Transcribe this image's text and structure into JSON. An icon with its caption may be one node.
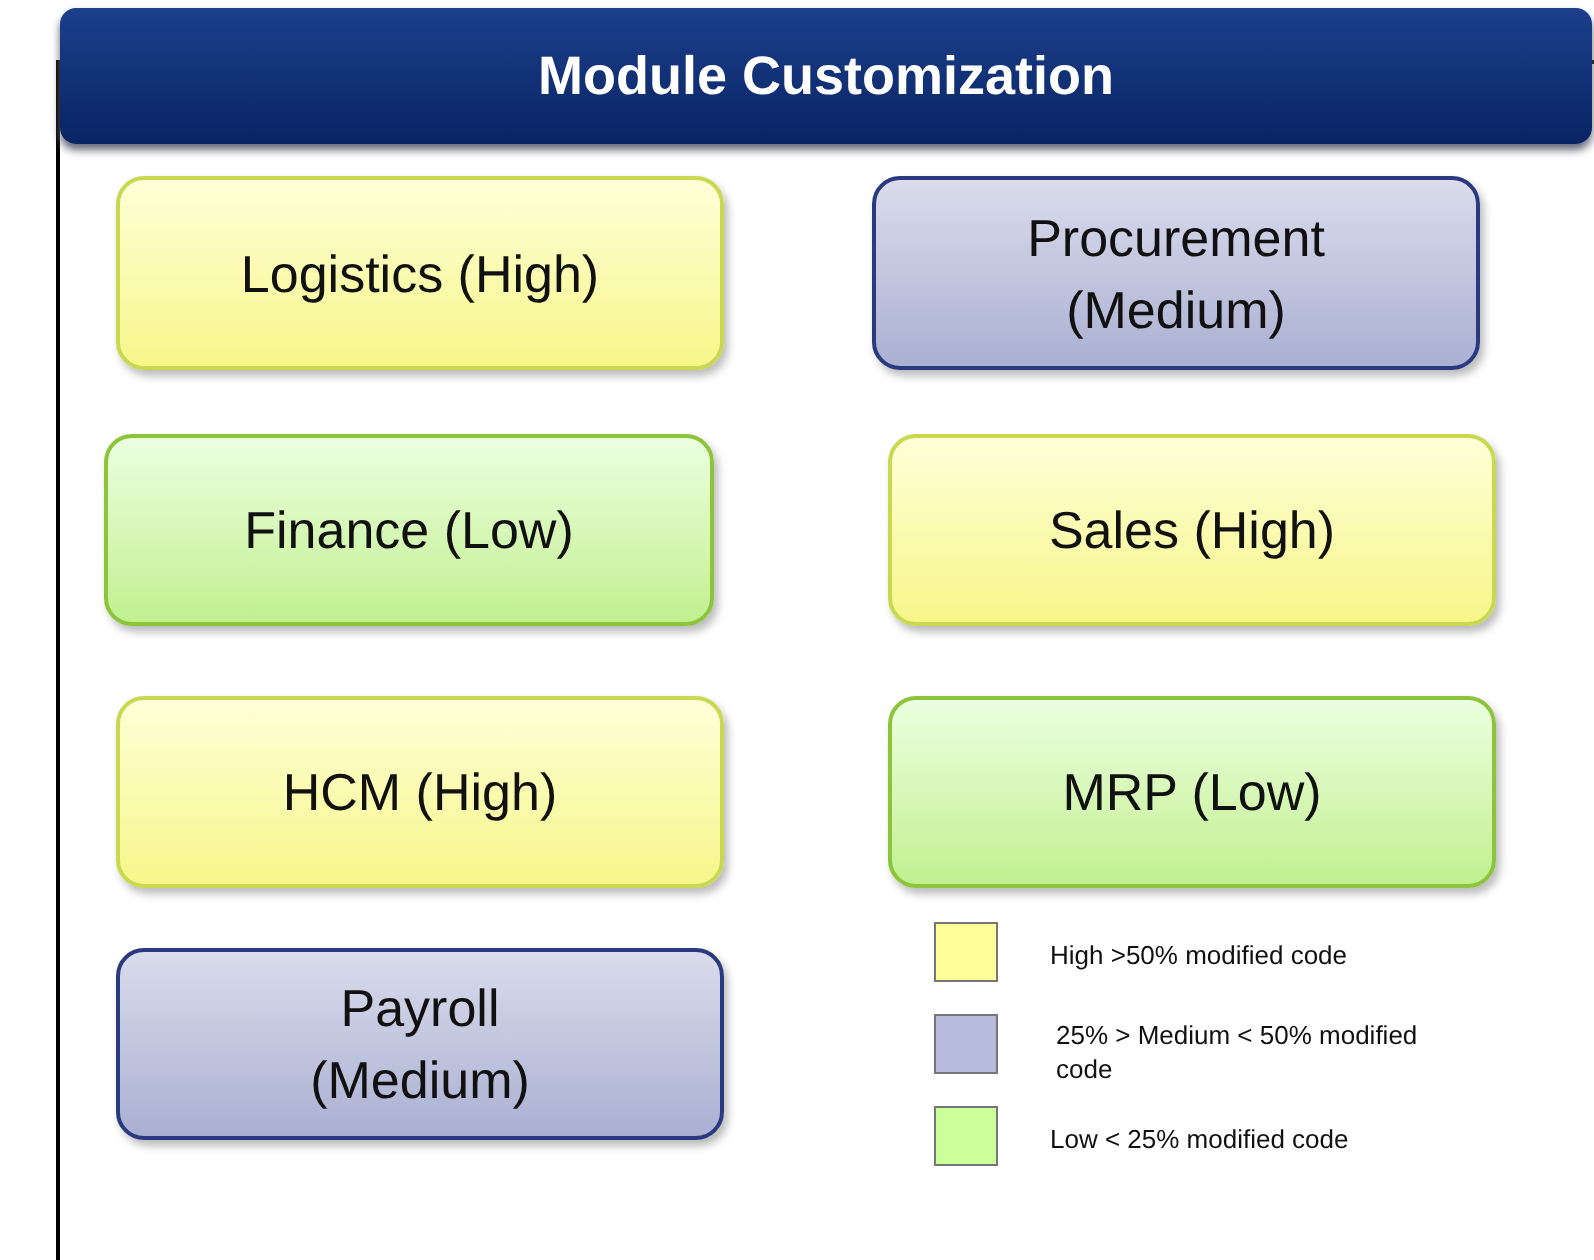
{
  "diagram": {
    "title": "Module Customization",
    "nodes": [
      {
        "text": [
          "Logistics (High)"
        ]
      },
      {
        "text": [
          "Procurement (Medium)"
        ]
      },
      {
        "text": [
          "Finance (Low)"
        ]
      },
      {
        "text": [
          "Sales (High)"
        ]
      },
      {
        "text": [
          "HCM (High)"
        ]
      },
      {
        "text": [
          "MRP (Low)"
        ]
      },
      {
        "text": [
          "Payroll (Medium)"
        ]
      }
    ],
    "legend": [
      {
        "text": "High >50% modified code",
        "color": "#ffff99"
      },
      {
        "text": "25% > Medium < 50% modified code",
        "color": "#b8bcdc"
      },
      {
        "text": "Low < 25% modified code",
        "color": "#ccff99"
      }
    ]
  }
}
